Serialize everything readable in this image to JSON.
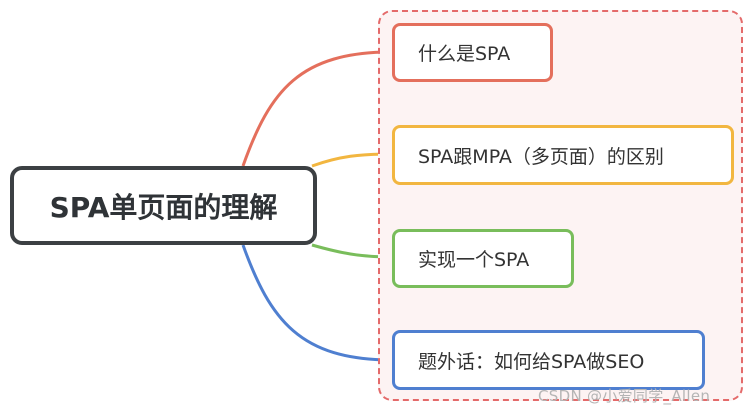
{
  "root": {
    "label": "SPA单页面的理解"
  },
  "topics": [
    {
      "label": "什么是SPA",
      "color": "#e46f5c"
    },
    {
      "label": "SPA跟MPA（多页面）的区别",
      "color": "#f2b640"
    },
    {
      "label": "实现一个SPA",
      "color": "#79bd5b"
    },
    {
      "label": "题外话：如何给SPA做SEO",
      "color": "#4f7fd0"
    }
  ],
  "frame": {
    "color": "#e46a6a"
  },
  "watermark": "CSDN @小爱同学_Allen"
}
